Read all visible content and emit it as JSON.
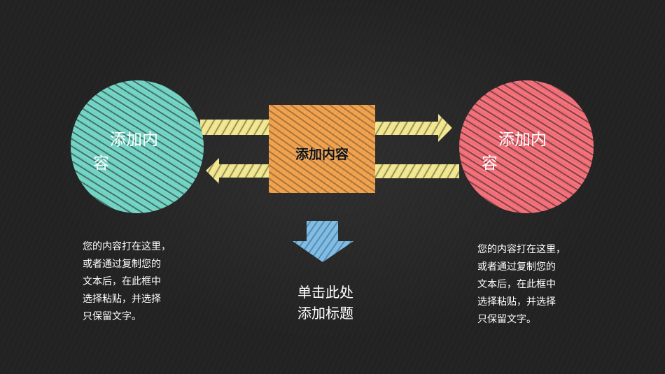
{
  "diagram": {
    "left_node": {
      "label": "添加内容",
      "color": "#6fd3c3"
    },
    "center_node": {
      "label": "添加内容",
      "color": "#f0a04a"
    },
    "right_node": {
      "label": "添加内容",
      "color": "#f26c76"
    },
    "arrow_color": "#f0e58a",
    "down_arrow_color": "#7dbde8",
    "left_desc": [
      "您的内容打在这里，",
      "或者通过复制您的",
      "文本后，在此框中",
      "选择粘贴，并选择",
      "只保留文字。"
    ],
    "right_desc": [
      "您的内容打在这里，",
      "或者通过复制您的",
      "文本后，在此框中",
      "选择粘贴，并选择",
      "只保留文字。"
    ],
    "center_caption": [
      "单击此处",
      "添加标题"
    ]
  }
}
